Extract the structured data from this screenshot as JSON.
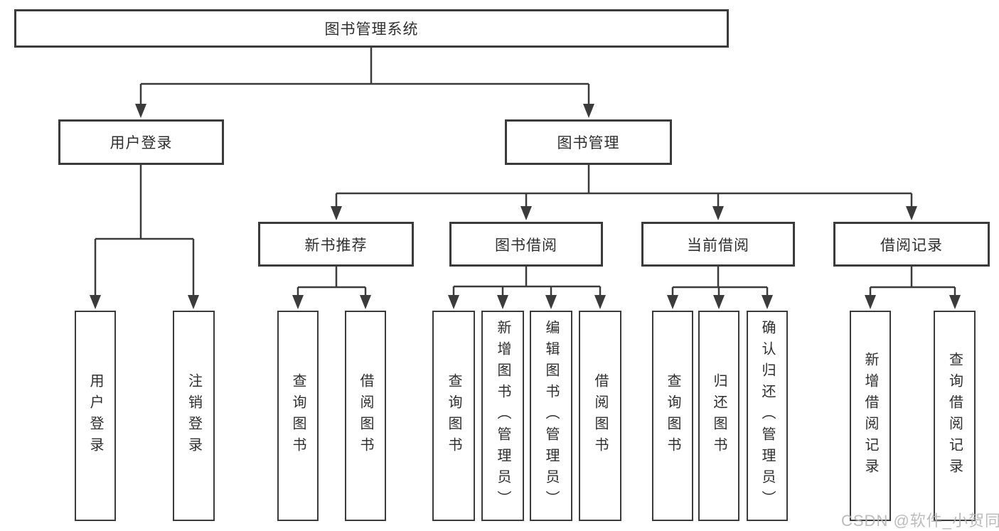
{
  "nodes": {
    "root": "图书管理系统",
    "user_group": "用户登录",
    "book_group": "图书管理",
    "recommend_group": "新书推荐",
    "borrow_group": "图书借阅",
    "current_group": "当前借阅",
    "records_group": "借阅记录",
    "user_login": "用户登录",
    "user_logout": "注销登录",
    "recommend_query": "查询图书",
    "recommend_borrow": "借阅图书",
    "borrow_query": "查询图书",
    "borrow_add": "新增图书（管理员）",
    "borrow_edit": "编辑图书（管理员）",
    "borrow_do": "借阅图书",
    "current_query": "查询图书",
    "current_return": "归还图书",
    "current_confirm": "确认归还（管理员）",
    "records_add": "新增借阅记录",
    "records_query": "查询借阅记录"
  },
  "watermark": "CSDN @软件_小贺同学",
  "colors": {
    "line": "#3b3b3b",
    "text": "#2f2f2f",
    "watermark": "#b3b3b3"
  }
}
